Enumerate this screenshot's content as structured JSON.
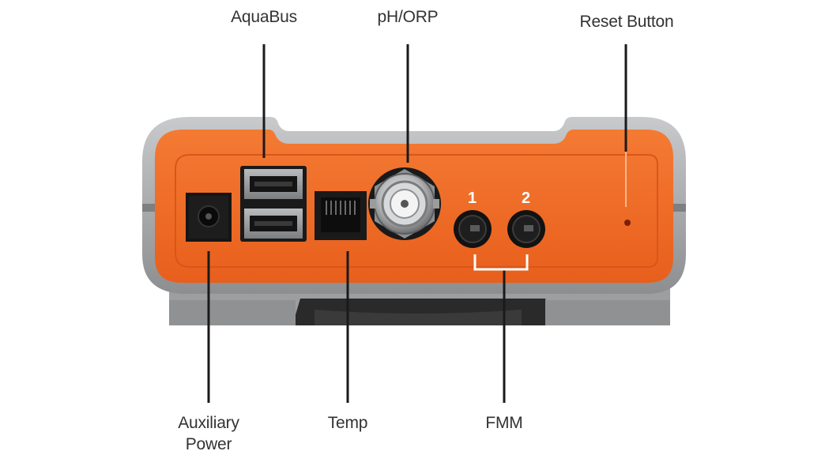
{
  "labels": {
    "aquabus": "AquaBus",
    "ph_orp": "pH/ORP",
    "reset": "Reset Button",
    "aux_line1": "Auxiliary",
    "aux_line2": "Power",
    "temp": "Temp",
    "fmm": "FMM",
    "fmm_port1": "1",
    "fmm_port2": "2"
  },
  "colors": {
    "housing_orange": "#f06a24",
    "housing_gray": "#a7a9ab",
    "callout_line": "#1a1a1a",
    "label_text": "#333333"
  }
}
